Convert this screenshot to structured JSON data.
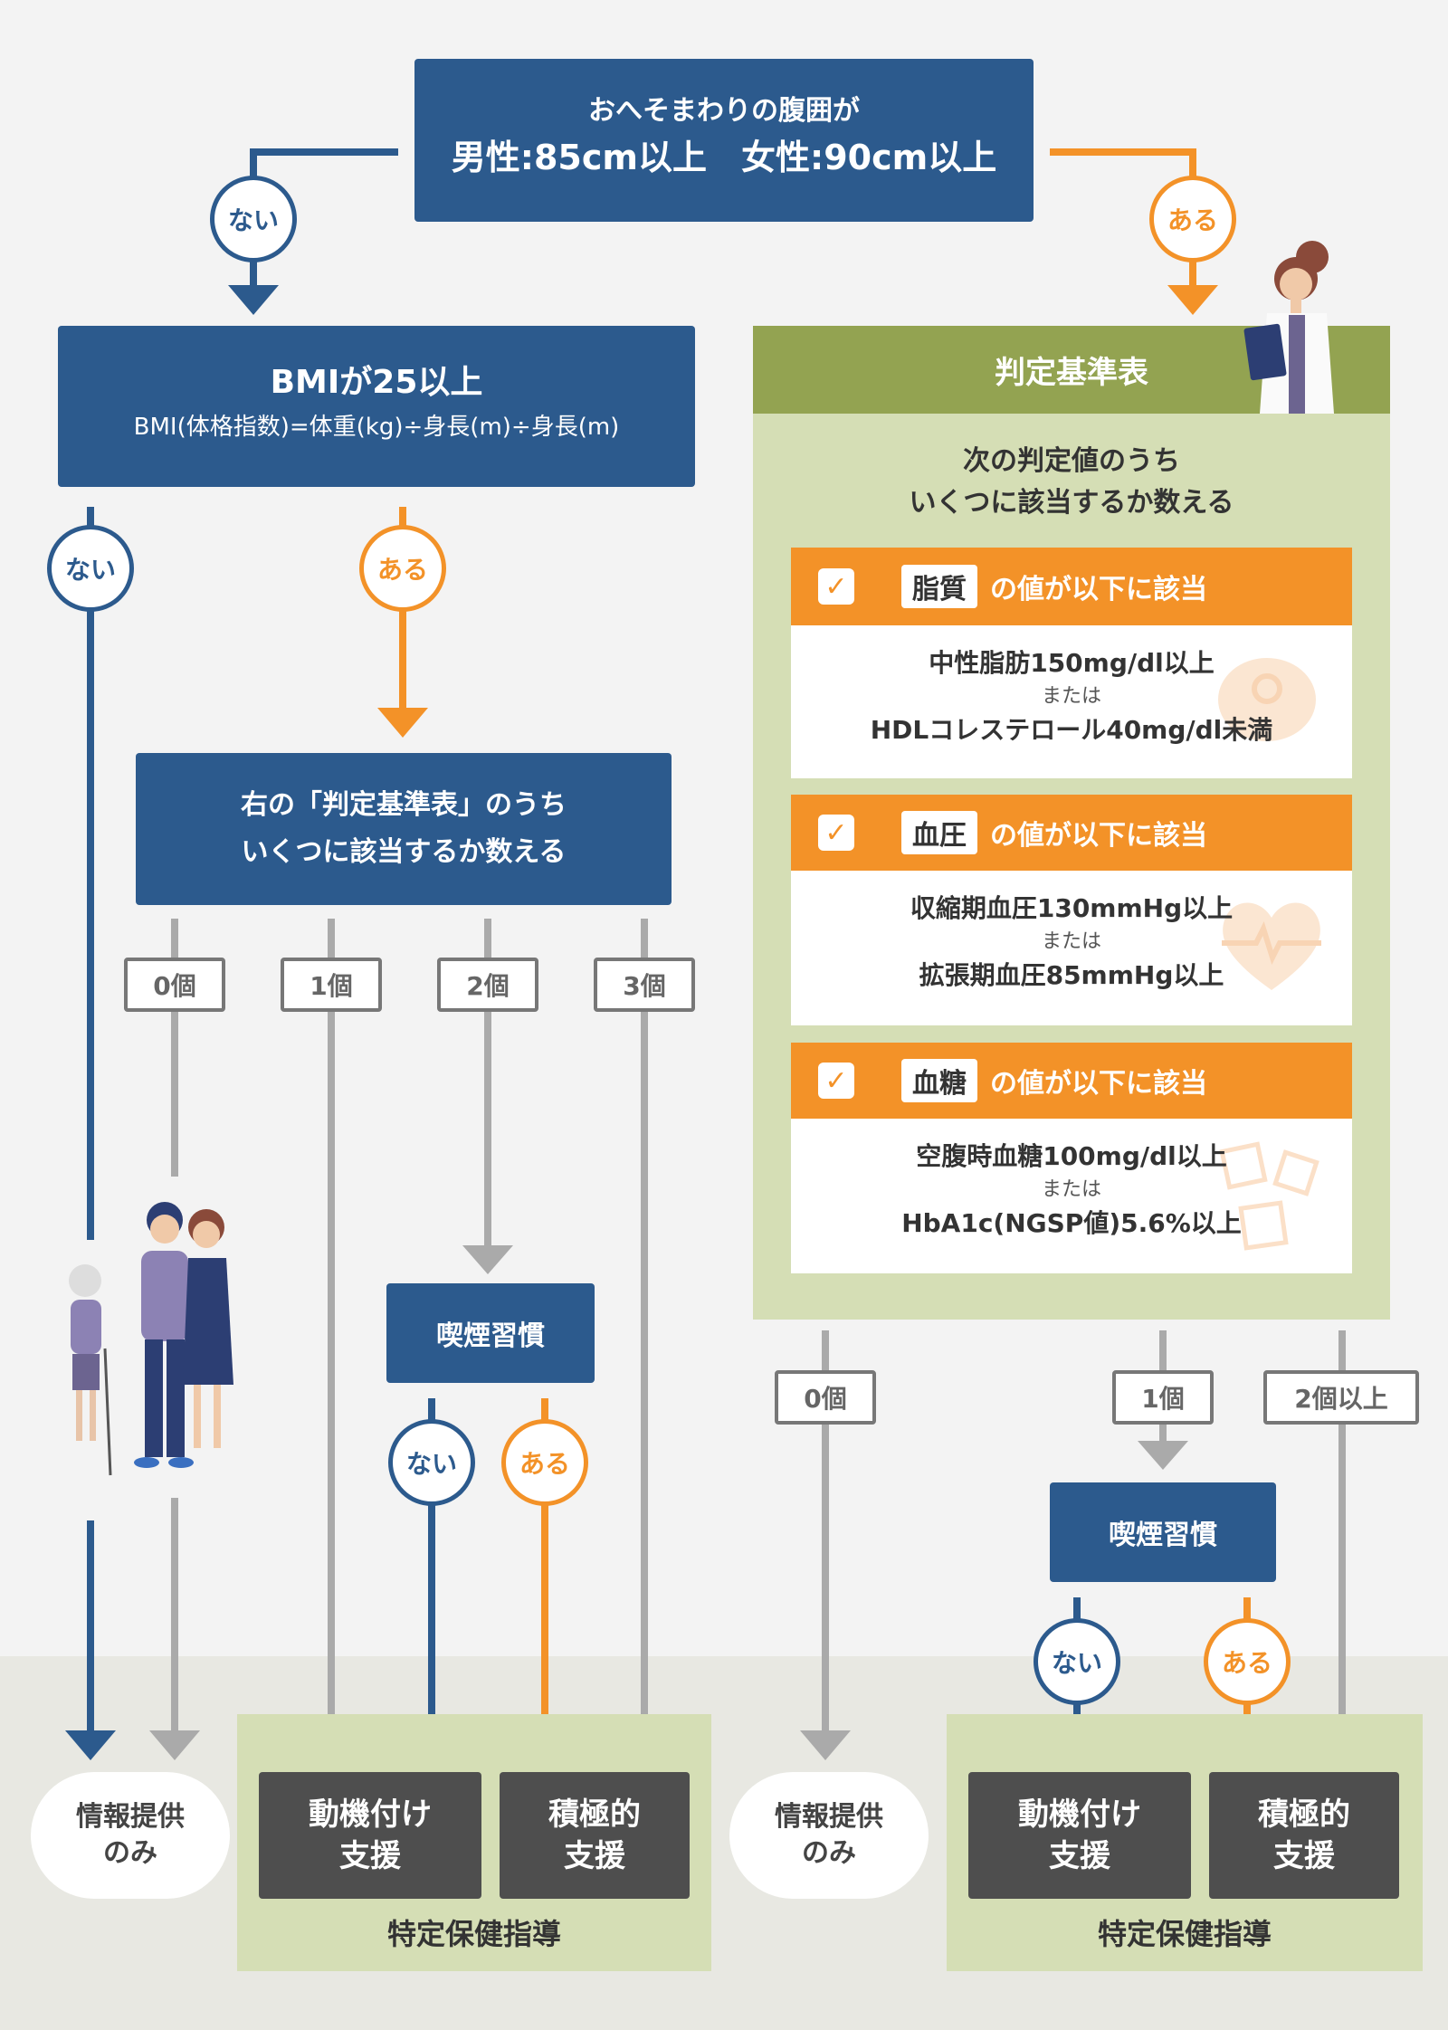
{
  "top": {
    "line1": "おへそまわりの腹囲が",
    "line2": "男性:85cm以上　女性:90cm以上"
  },
  "branches": {
    "no": "ない",
    "yes": "ある"
  },
  "bmi": {
    "title": "BMIが25以上",
    "formula": "BMI(体格指数)=体重(kg)÷身長(m)÷身長(m)"
  },
  "left_count_box": {
    "line1": "右の「判定基準表」のうち",
    "line2": "いくつに該当するか数える"
  },
  "left_counts": [
    "0個",
    "1個",
    "2個",
    "3個"
  ],
  "smoking": "喫煙習慣",
  "criteria_table": {
    "title": "判定基準表",
    "intro_line1": "次の判定値のうち",
    "intro_line2": "いくつに該当するか数える",
    "check_mark": "✓",
    "suffix": "の値が以下に該当",
    "items": [
      {
        "tag": "脂質",
        "line1": "中性脂肪150mg/dl以上",
        "or": "または",
        "line2": "HDLコレステロール40mg/dl未満"
      },
      {
        "tag": "血圧",
        "line1": "収縮期血圧130mmHg以上",
        "or": "または",
        "line2": "拡張期血圧85mmHg以上"
      },
      {
        "tag": "血糖",
        "line1": "空腹時血糖100mg/dl以上",
        "or": "または",
        "line2": "HbA1c(NGSP値)5.6%以上"
      }
    ]
  },
  "right_counts": [
    "0個",
    "1個",
    "2個以上"
  ],
  "outcomes": {
    "info_only": "情報提供\nのみ",
    "motivation": "動機付け\n支援",
    "active": "積極的\n支援",
    "group_label": "特定保健指導"
  },
  "colors": {
    "blue": "#2c5a8d",
    "orange": "#f39228",
    "gray": "#aaaaaa",
    "green_header": "#93a351",
    "green_panel": "#d5deb5",
    "dark": "#4e4e4e"
  }
}
